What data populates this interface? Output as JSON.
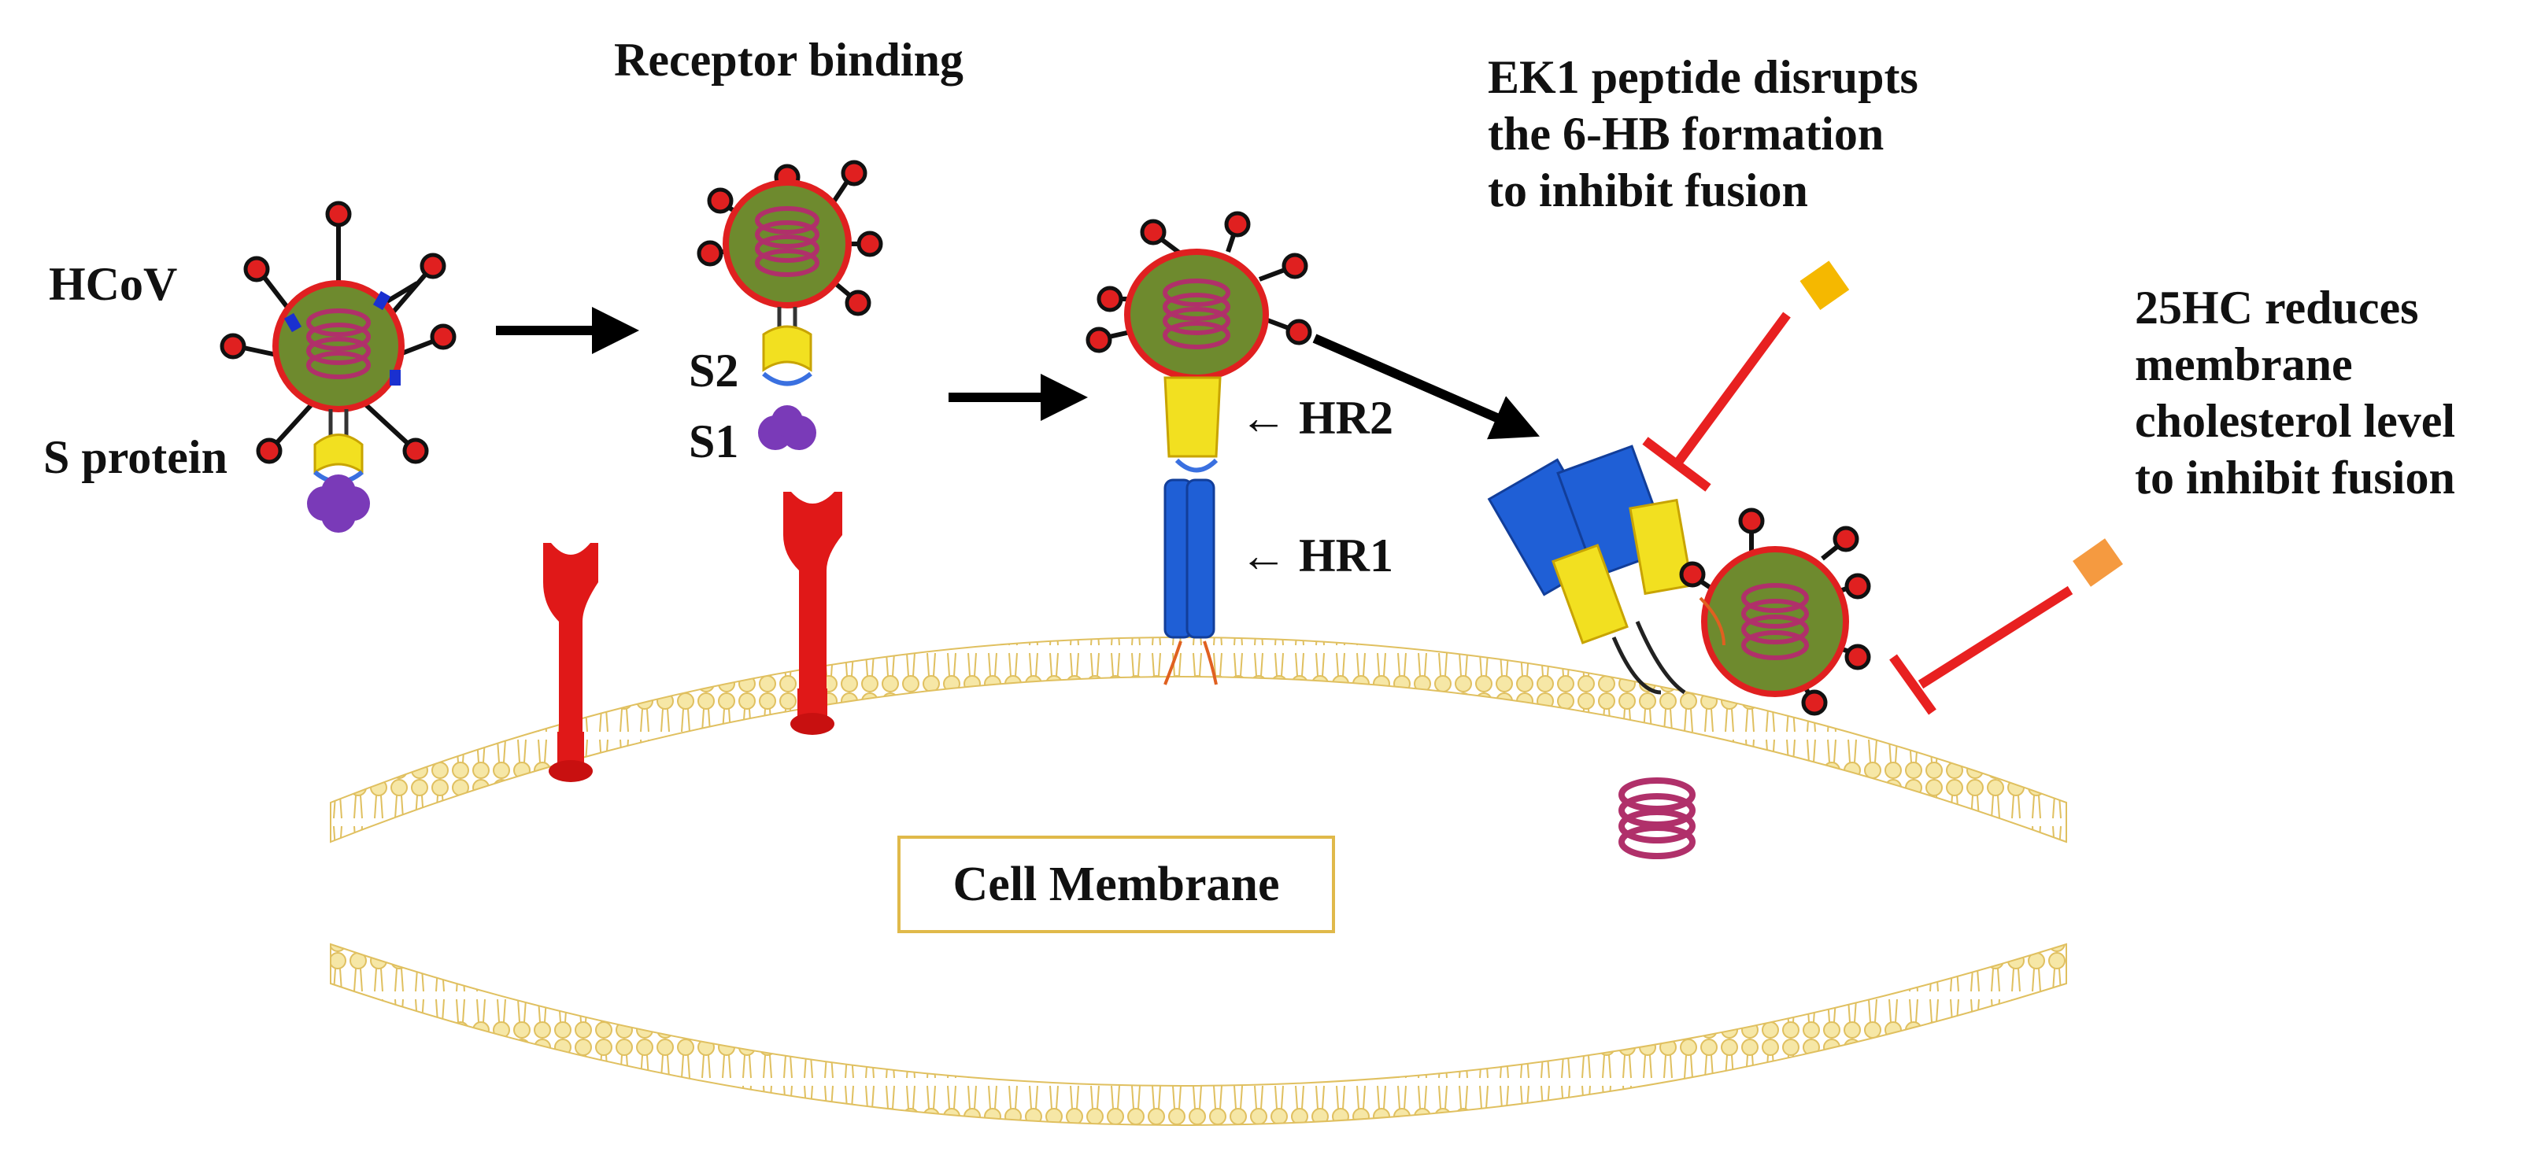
{
  "labels": {
    "receptor_binding": "Receptor binding",
    "hcov": "HCoV",
    "s_protein": "S protein",
    "s2": "S2",
    "s1": "S1",
    "hr2": "← HR2",
    "hr1": "← HR1",
    "ek1_line1": "EK1 peptide disrupts",
    "ek1_line2": "the 6-HB formation",
    "ek1_line3": "to inhibit fusion",
    "hc25_line1": "25HC reduces",
    "hc25_line2": "membrane",
    "hc25_line3": "cholesterol level",
    "hc25_line4": "to inhibit fusion",
    "cell_membrane": "Cell Membrane"
  },
  "colors": {
    "virus_body": "#6e8a2e",
    "virus_rim": "#e02020",
    "genome": "#b0306a",
    "receptor": "#e01818",
    "hr1_blue": "#1f5fd6",
    "hr2_yellow": "#f2e020",
    "s1_purple": "#7a3ab8",
    "membrane_head": "#f6e7a6",
    "membrane_stroke": "#e0c060",
    "inhibitor_line": "#e82020",
    "ek1_peptide": "#f5b800",
    "hc25_peptide": "#f59a40",
    "arrow": "#000000"
  },
  "icons": {
    "arrow": "right-arrow-icon",
    "inhibition": "t-bar-inhibition-icon"
  }
}
